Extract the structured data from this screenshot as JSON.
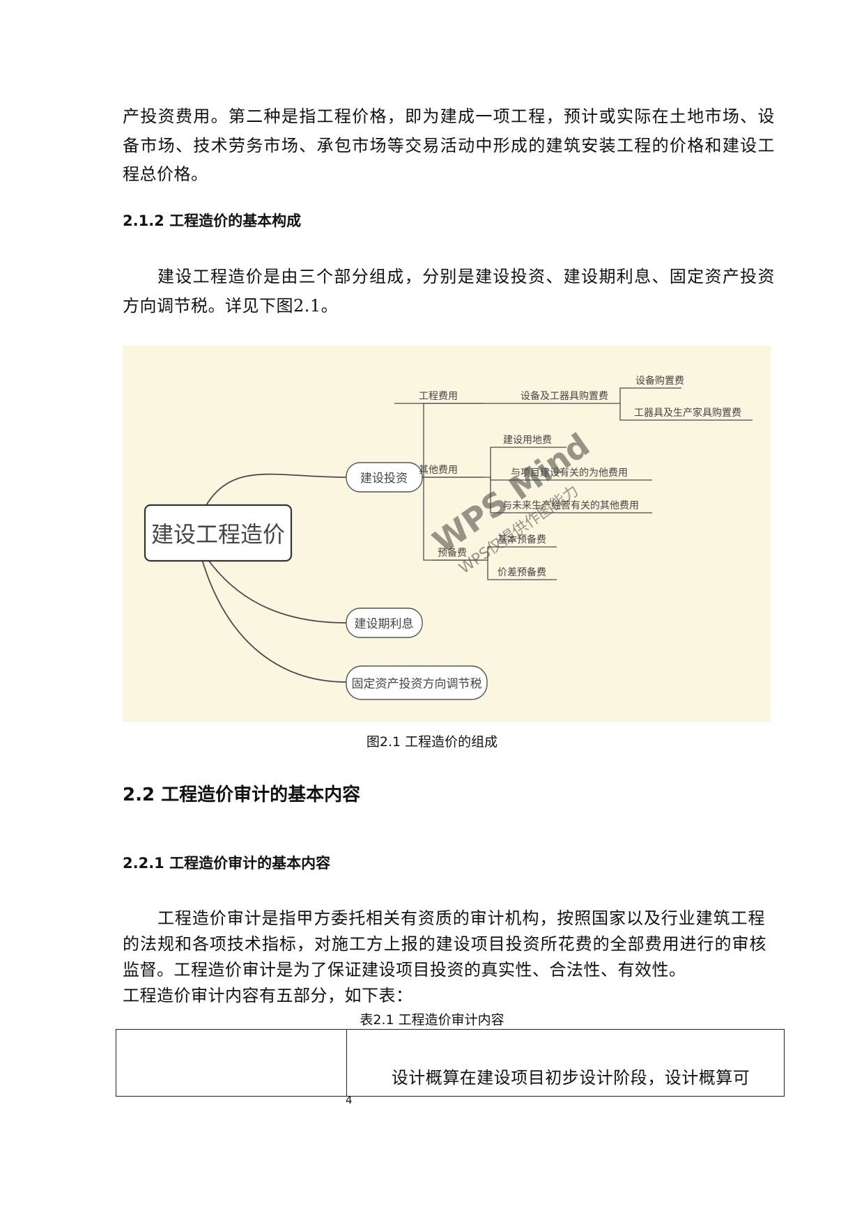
{
  "intro_paragraph": {
    "lines": [
      "产投资费用。第二种是指工程价格，即为建成一项工程，预计或实际在土地市场、设",
      "备市场、技术劳务市场、承包市场等交易活动中形成的建筑安装工程的价格和建设工",
      "程总价格。"
    ]
  },
  "section_212": {
    "heading": "2.1.2 工程造价的基本构成"
  },
  "paragraph_212": {
    "lines": [
      "建设工程造价是由三个部分组成，分别是建设投资、建设期利息、固定资产投资",
      "方向调节税。详见下图2.1。"
    ]
  },
  "mindmap": {
    "root": "建设工程造价",
    "branches": {
      "investment": "建设投资",
      "interest": "建设期利息",
      "tax": "固定资产投资方向调节税"
    },
    "investment_children": {
      "engineering": "工程费用",
      "other": "其他费用",
      "reserve": "预备费"
    },
    "engineering_children": {
      "equipment": "设备及工器具购置费"
    },
    "equipment_children": {
      "equip": "设备购置费",
      "tools": "工器具及生产家具购置费"
    },
    "other_children": {
      "land": "建设用地费",
      "project_related": "与项目建设有关的为他费用",
      "future_related": "与未来生产经营有关的其他费用"
    },
    "reserve_children": {
      "basic": "基本预备费",
      "price": "价差预备费"
    },
    "watermark": {
      "brand": "WPS Mind",
      "note": "WPS仅提供作图能力"
    },
    "colors": {
      "background": "#fbf6df",
      "line": "#4a4a4a"
    }
  },
  "figure_caption": "图2.1  工程造价的组成",
  "section_22": {
    "heading": "2.2  工程造价审计的基本内容"
  },
  "section_221": {
    "heading": "2.2.1  工程造价审计的基本内容"
  },
  "paragraph_221": {
    "lines": [
      "工程造价审计是指甲方委托相关有资质的审计机构，按照国家以及行业建筑工程",
      "的法规和各项技术指标，对施工方上报的建设项目投资所花费的全部费用进行的审核",
      "监督。工程造价审计是为了保证建设项目投资的真实性、合法性、有效性。",
      "工程造价审计内容有五部分，如下表："
    ]
  },
  "table_caption": "表2.1  工程造价审计内容",
  "table": {
    "row1": {
      "col1": "",
      "col2": "设计概算在建设项目初步设计阶段，设计概算可"
    }
  },
  "page_number": "4"
}
